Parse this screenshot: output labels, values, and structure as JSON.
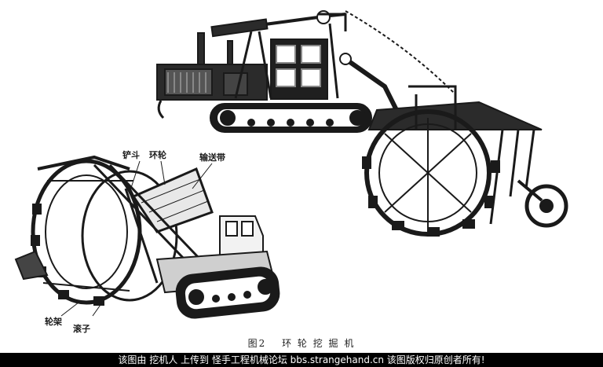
{
  "labels": {
    "bucket": "铲斗",
    "wheel": "环轮",
    "conveyor": "输送带",
    "wheel_frame": "轮架",
    "roller": "滚子"
  },
  "caption": {
    "number": "图2",
    "title": "环 轮 挖 掘 机"
  },
  "footer": {
    "text": "该图由 挖机人 上传到 怪手工程机械论坛 bbs.strangehand.cn 该图版权归原创者所有!"
  },
  "colors": {
    "ink": "#1a1a1a",
    "footer_bg": "#000000",
    "footer_text": "#ffffff"
  }
}
